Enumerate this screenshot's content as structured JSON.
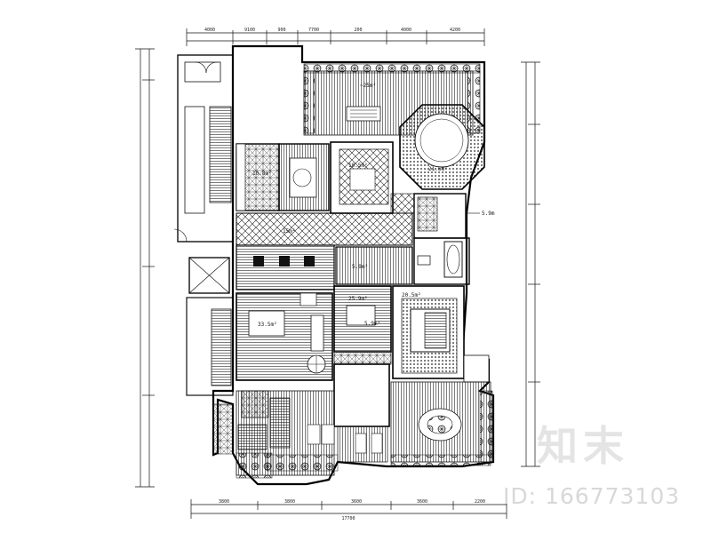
{
  "watermark": {
    "logo_text": "知末",
    "id_text": "ID: 166773103"
  },
  "rooms": [
    {
      "key": "terrace_top",
      "label": "~25m²"
    },
    {
      "key": "kitchen",
      "label": "10.8m²"
    },
    {
      "key": "dining",
      "label": "10.5m²"
    },
    {
      "key": "round_room",
      "label": "21.6m²"
    },
    {
      "key": "corridor",
      "label": "15m²"
    },
    {
      "key": "bath",
      "label": "5.9m²"
    },
    {
      "key": "hall",
      "label": "5.9m²"
    },
    {
      "key": "living",
      "label": "33.5m²"
    },
    {
      "key": "study",
      "label": "25.9m²"
    },
    {
      "key": "bedroom",
      "label": "20.5m²"
    }
  ],
  "dimensions": {
    "top": [
      "4000",
      "9100",
      "900",
      "7700",
      "200",
      "4000",
      "4200"
    ],
    "bottom": [
      "3800",
      "3800",
      "3600",
      "3600",
      "2200"
    ],
    "total": "17700"
  },
  "colors": {
    "line": "#111111",
    "watermark": "#e0e0e0"
  }
}
